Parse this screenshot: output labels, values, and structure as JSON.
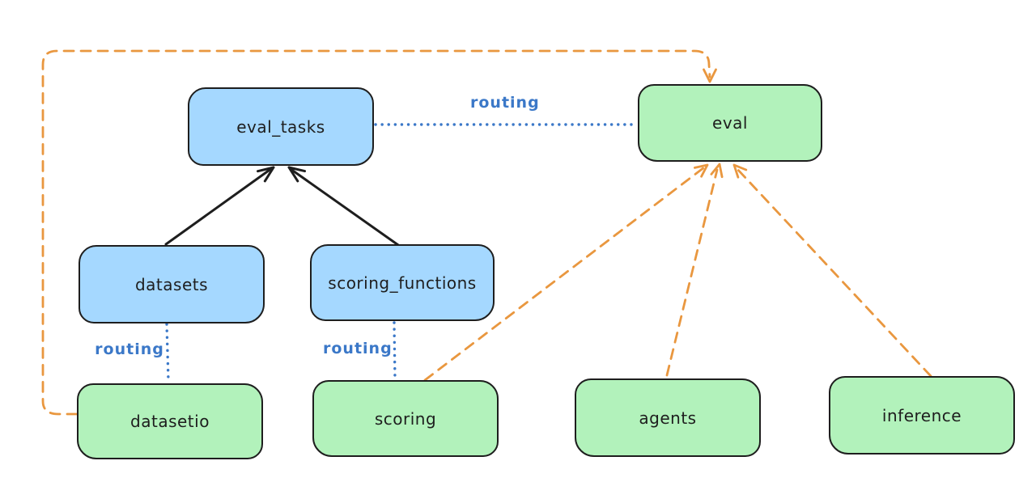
{
  "diagram": {
    "type": "architecture-diagram",
    "nodes": [
      {
        "id": "eval_tasks",
        "label": "eval_tasks",
        "color": "blue"
      },
      {
        "id": "eval",
        "label": "eval",
        "color": "green"
      },
      {
        "id": "datasets",
        "label": "datasets",
        "color": "blue"
      },
      {
        "id": "scoring_functions",
        "label": "scoring_functions",
        "color": "blue"
      },
      {
        "id": "datasetio",
        "label": "datasetio",
        "color": "green"
      },
      {
        "id": "scoring",
        "label": "scoring",
        "color": "green"
      },
      {
        "id": "agents",
        "label": "agents",
        "color": "green"
      },
      {
        "id": "inference",
        "label": "inference",
        "color": "green"
      }
    ],
    "edges": [
      {
        "from": "datasets",
        "to": "eval_tasks",
        "style": "solid-arrow",
        "color": "black"
      },
      {
        "from": "scoring_functions",
        "to": "eval_tasks",
        "style": "solid-arrow",
        "color": "black"
      },
      {
        "from": "eval_tasks",
        "to": "eval",
        "style": "dotted",
        "color": "blue",
        "label": "routing"
      },
      {
        "from": "datasets",
        "to": "datasetio",
        "style": "dotted",
        "color": "blue",
        "label": "routing"
      },
      {
        "from": "scoring_functions",
        "to": "scoring",
        "style": "dotted",
        "color": "blue",
        "label": "routing"
      },
      {
        "from": "datasetio",
        "to": "eval",
        "style": "dashed-arrow",
        "color": "orange"
      },
      {
        "from": "scoring",
        "to": "eval",
        "style": "dashed-arrow",
        "color": "orange"
      },
      {
        "from": "agents",
        "to": "eval",
        "style": "dashed-arrow",
        "color": "orange"
      },
      {
        "from": "inference",
        "to": "eval",
        "style": "dashed-arrow",
        "color": "orange"
      }
    ],
    "colors": {
      "node_blue_fill": "#a5d8ff",
      "node_green_fill": "#b2f2bb",
      "stroke": "#1e1e1e",
      "routing_blue": "#3b78c8",
      "provider_orange": "#e9973f",
      "background": "#ffffff"
    }
  }
}
